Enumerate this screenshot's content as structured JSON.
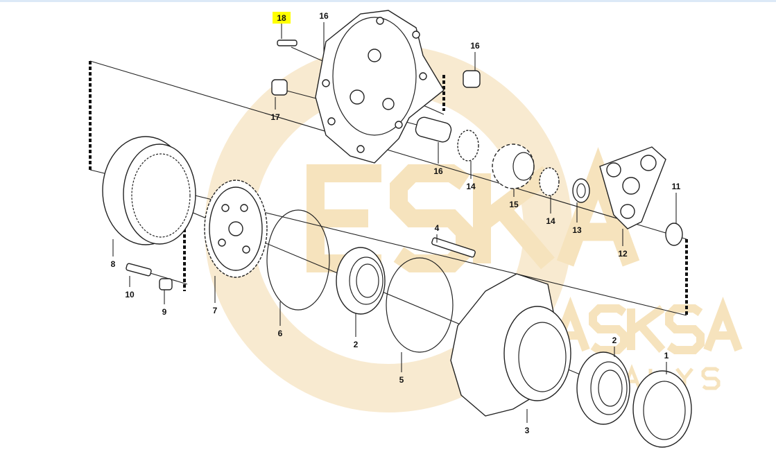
{
  "watermark": {
    "big": "ESKA",
    "mid": "DASKSA",
    "small": "DALYS"
  },
  "callouts": [
    {
      "id": "18",
      "highlighted": true
    },
    {
      "id": "16"
    },
    {
      "id": "16"
    },
    {
      "id": "17"
    },
    {
      "id": "16"
    },
    {
      "id": "14"
    },
    {
      "id": "15"
    },
    {
      "id": "14"
    },
    {
      "id": "13"
    },
    {
      "id": "12"
    },
    {
      "id": "11"
    },
    {
      "id": "4"
    },
    {
      "id": "8"
    },
    {
      "id": "10"
    },
    {
      "id": "9"
    },
    {
      "id": "7"
    },
    {
      "id": "6"
    },
    {
      "id": "2"
    },
    {
      "id": "5"
    },
    {
      "id": "3"
    },
    {
      "id": "2"
    },
    {
      "id": "1"
    }
  ],
  "colors": {
    "highlight": "#ffff00",
    "watermark": "#f6e3bd"
  }
}
